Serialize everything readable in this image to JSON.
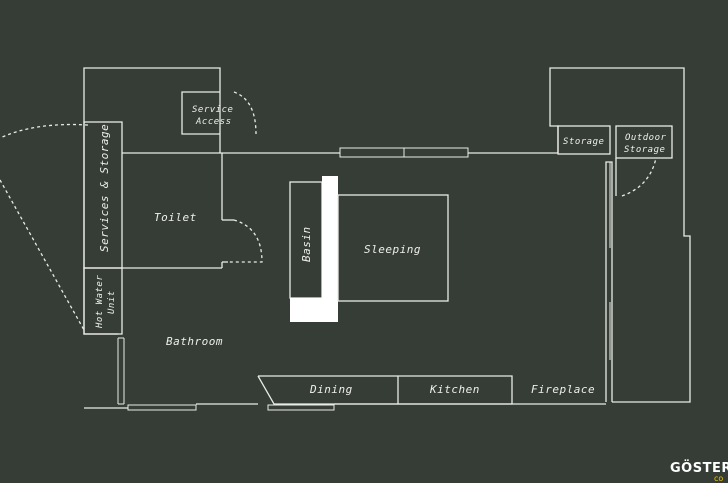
{
  "rooms": {
    "service_access": [
      "Service",
      "Access"
    ],
    "storage": "Storage",
    "outdoor_storage": [
      "Outdoor",
      "Storage"
    ],
    "services_storage": "Services & Storage",
    "toilet": "Toilet",
    "basin": "Basin",
    "sleeping": "Sleeping",
    "hot_water_unit": [
      "Hot Water",
      "Unit"
    ],
    "bathroom": "Bathroom",
    "dining": "Dining",
    "kitchen": "Kitchen",
    "fireplace": "Fireplace"
  },
  "watermark": {
    "brand": "GÖSTER",
    "suffix": "co"
  },
  "colors": {
    "background": "#363d36",
    "lines": "#e9ebe6",
    "accent": "#f2c300"
  }
}
